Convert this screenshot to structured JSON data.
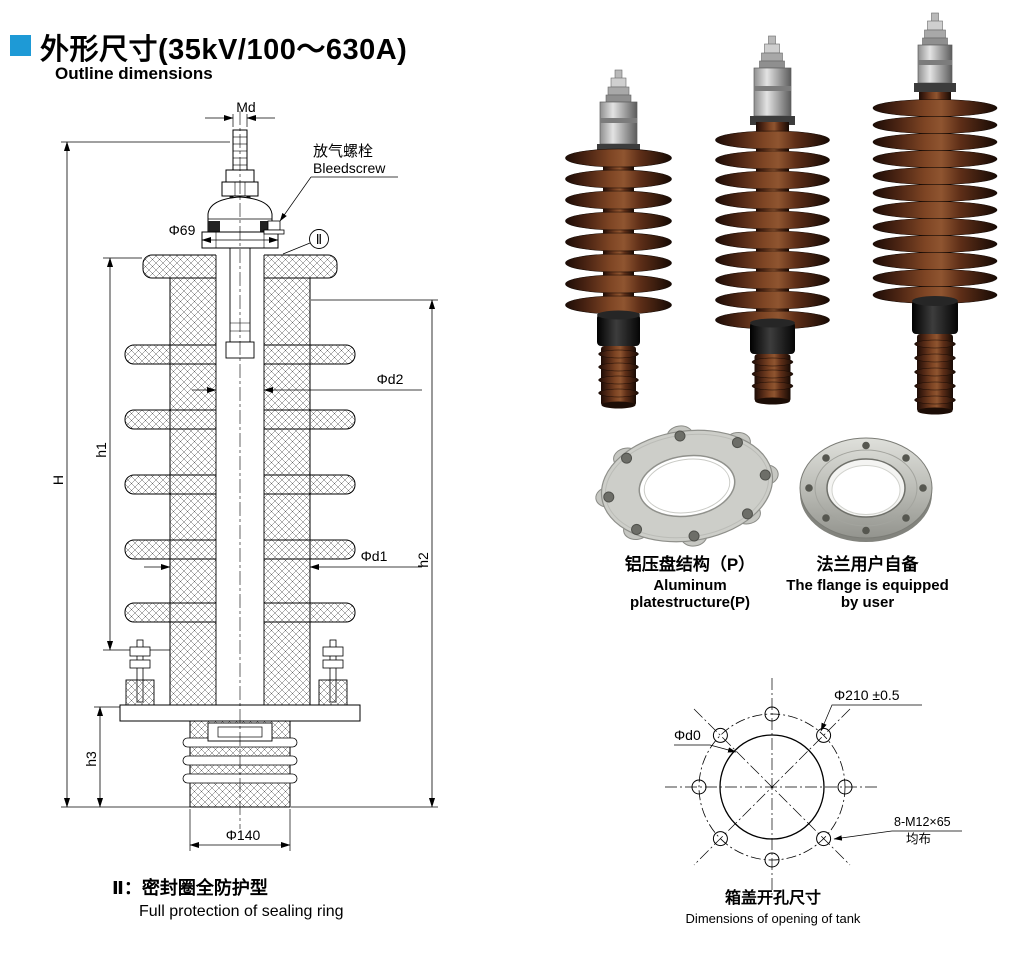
{
  "page": {
    "title": "外形尺寸(35kV/100～630A)",
    "subtitle": "Outline dimensions"
  },
  "drawing": {
    "labels": {
      "md": "Md",
      "bleedscrew_cn": "放气螺栓",
      "bleedscrew_en": "Bleedscrew",
      "phi69": "Φ69",
      "section_mark": "Ⅱ",
      "phi_d2": "Φd2",
      "phi_d1": "Φd1",
      "h1": "h1",
      "H": "H",
      "h2": "h2",
      "h3": "h3",
      "phi140": "Φ140"
    },
    "caption_cn": "Ⅱ：密封圈全防护型",
    "caption_en": "Full protection of sealing ring"
  },
  "photos": {
    "aluminum_plate": {
      "caption_cn": "铝压盘结构（P）",
      "caption_en_line1": "Aluminum",
      "caption_en_line2": "platestructure(P)"
    },
    "flange": {
      "caption_cn": "法兰用户自备",
      "caption_en_line1": "The flange is equipped",
      "caption_en_line2": "by user"
    }
  },
  "tank_opening": {
    "dim_bolt_circle": "Φ210 ±0.5",
    "dim_hole": "Φd0",
    "bolt_spec": "8-M12×65",
    "bolt_spec_note": "均布",
    "caption_cn": "箱盖开孔尺寸",
    "caption_en": "Dimensions of opening of tank"
  },
  "colors": {
    "accent_blue": "#1e9ad6",
    "porcelain_brown": "#4b2413",
    "line": "#000000"
  }
}
